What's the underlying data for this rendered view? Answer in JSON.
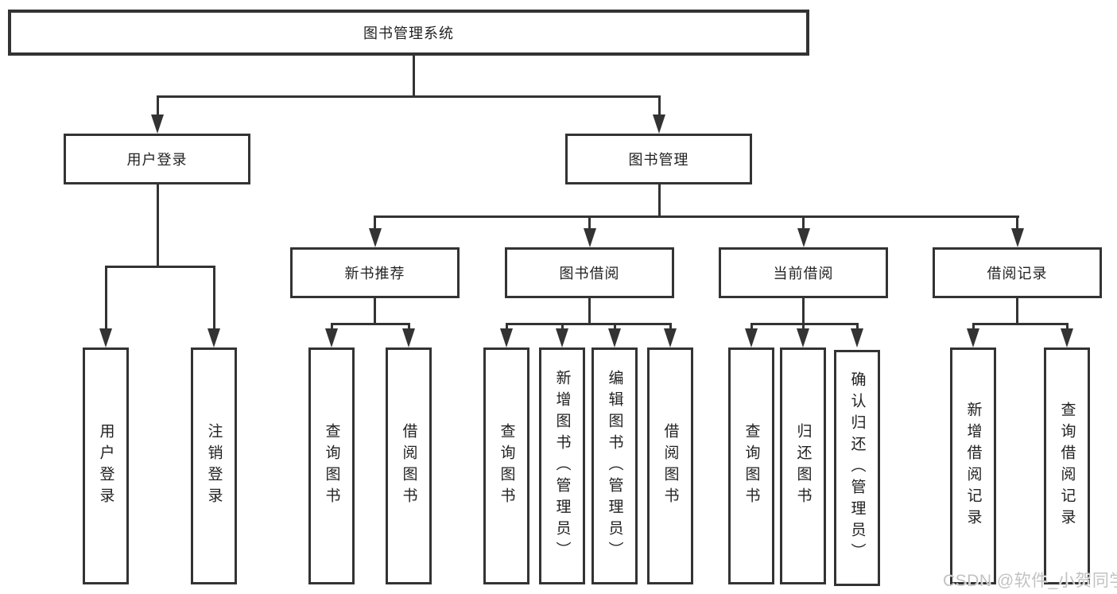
{
  "diagram": {
    "root": {
      "label": "图书管理系统",
      "children": [
        {
          "label": "用户登录",
          "children": [
            {
              "label": "用户登录"
            },
            {
              "label": "注销登录"
            }
          ]
        },
        {
          "label": "图书管理",
          "children": [
            {
              "label": "新书推荐",
              "children": [
                {
                  "label": "查询图书"
                },
                {
                  "label": "借阅图书"
                }
              ]
            },
            {
              "label": "图书借阅",
              "children": [
                {
                  "label": "查询图书"
                },
                {
                  "label": "新增图书（管理员）"
                },
                {
                  "label": "编辑图书（管理员）"
                },
                {
                  "label": "借阅图书"
                }
              ]
            },
            {
              "label": "当前借阅",
              "children": [
                {
                  "label": "查询图书"
                },
                {
                  "label": "归还图书"
                },
                {
                  "label": "确认归还（管理员）"
                }
              ]
            },
            {
              "label": "借阅记录",
              "children": [
                {
                  "label": "新增借阅记录"
                },
                {
                  "label": "查询借阅记录"
                }
              ]
            }
          ]
        }
      ]
    }
  },
  "watermark": {
    "text": "CSDN @软件_小贺同学"
  },
  "colors": {
    "line": "#333333",
    "text": "#222222",
    "watermark": "#c2c2c2",
    "bg": "#ffffff"
  }
}
